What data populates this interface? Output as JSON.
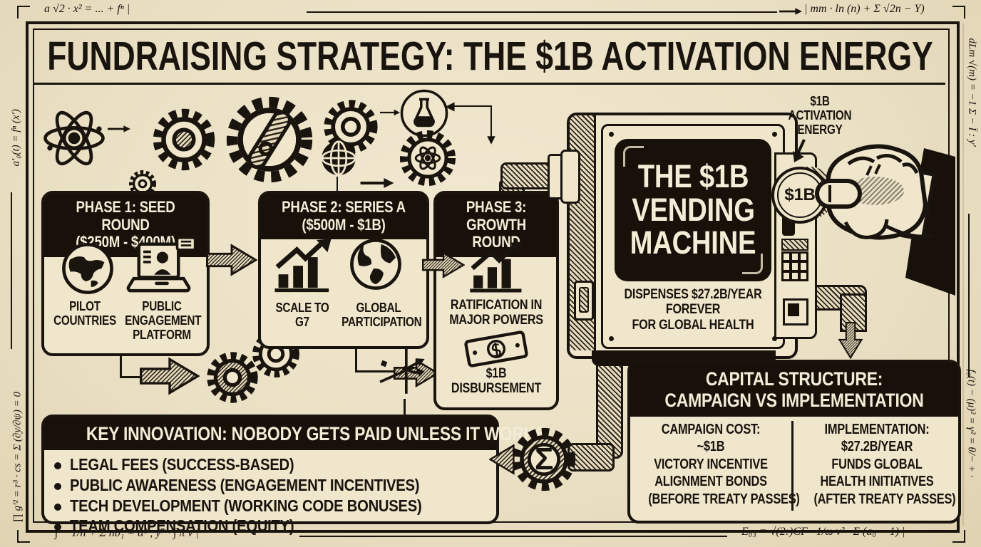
{
  "title": "FUNDRAISING STRATEGY: THE $1B ACTIVATION ENERGY",
  "border_formulas": {
    "top_left": "a √2 · x² = ... + fⁿ |",
    "top_right": "| mm · ln (n) + Σ √2n − Y)",
    "bottom_left": "− ∫ − 1/n + Σ nb₁ = α² , y⁷ · ∫ π v |",
    "bottom_right": "E₀₃ = √(2:)CF · 1/ω v² · Σ (a₀ − 1) |",
    "left_top": "a′₀(t) = fⁿ (x′)",
    "left_bottom": "∏ g′² = r³ · cs = Σ (∂y/∂ψ) = 0",
    "right_top": "dLm √(m) = −1 Σ − Ī : y′",
    "right_bottom": "f₀(t) − (μ)² = γ² = θ/− + ·"
  },
  "phase1": {
    "header_line1": "PHASE 1: SEED ROUND",
    "header_line2": "($250M - $400M)",
    "item1": "PILOT COUNTRIES",
    "item2": "PUBLIC ENGAGEMENT PLATFORM"
  },
  "phase2": {
    "header_line1": "PHASE 2: SERIES A",
    "header_line2": "($500M - $1B)",
    "item1": "SCALE TO G7",
    "item2": "GLOBAL PARTICIPATION"
  },
  "phase3": {
    "header_line1": "PHASE 3:",
    "header_line2": "GROWTH ROUND",
    "item1": "RATIFICATION IN MAJOR POWERS",
    "item2": "$1B DISBURSEMENT"
  },
  "vending_machine": {
    "screen_line1": "THE $1B",
    "screen_line2": "VENDING",
    "screen_line3": "MACHINE",
    "caption_line1": "DISPENSES $27.2B/YEAR",
    "caption_line2": "FOREVER",
    "caption_line3": "FOR GLOBAL HEALTH"
  },
  "activation": {
    "label_line1": "$1B",
    "label_line2": "ACTIVATION",
    "label_line3": "ENERGY",
    "coin_text": "$1B"
  },
  "key_innovation": {
    "header": "KEY INNOVATION: NOBODY GETS PAID UNLESS IT WORKS",
    "bullets": [
      "LEGAL FEES (SUCCESS-BASED)",
      "PUBLIC AWARENESS (ENGAGEMENT INCENTIVES)",
      "TECH DEVELOPMENT (WORKING CODE BONUSES)",
      "TEAM COMPENSATION (EQUITY)"
    ]
  },
  "capital_structure": {
    "header_line1": "CAPITAL STRUCTURE:",
    "header_line2": "CAMPAIGN VS IMPLEMENTATION",
    "left": [
      "CAMPAIGN COST:",
      "~$1B",
      "VICTORY INCENTIVE",
      "ALIGNMENT BONDS",
      "(BEFORE TREATY PASSES)"
    ],
    "right": [
      "IMPLEMENTATION:",
      "$27.2B/YEAR",
      "FUNDS GLOBAL",
      "HEALTH INITIATIVES",
      "(AFTER TREATY PASSES)"
    ]
  },
  "sigma_symbol": "Σ",
  "colors": {
    "paper": "#eae0c4",
    "ink": "#1a140e",
    "panel": "#171109",
    "cream_text": "#f3ecd7"
  },
  "icons": {
    "atom": "atom-orbitals",
    "gear": "gear",
    "machine_gear": "large-gear-with-tool",
    "flask": "chemistry-flask",
    "network": "network-globe",
    "globe": "globe",
    "laptop": "public-platform-laptop",
    "growth_chart": "bar-chart-rising-arrow",
    "money": "dollar-bill",
    "sigma_gear": "sigma-summation-gear",
    "coin": "one-billion-coin",
    "hand": "hand-inserting-coin",
    "vector": "vector-axes-doodle"
  }
}
